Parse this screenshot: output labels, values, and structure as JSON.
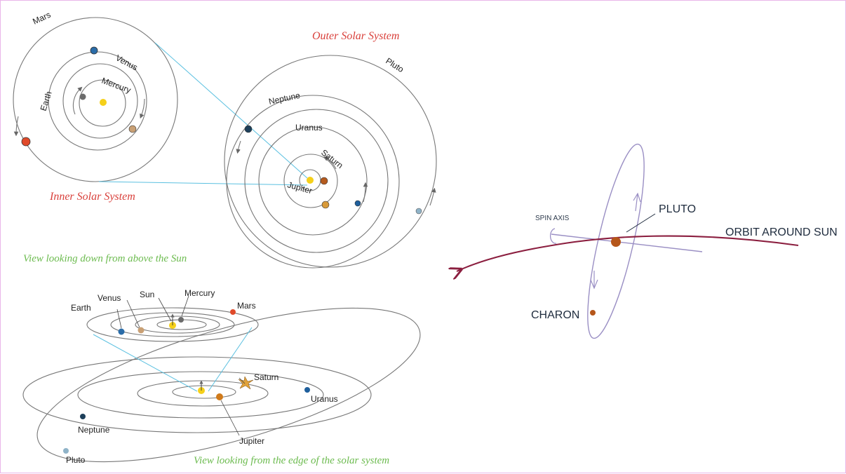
{
  "inner": {
    "title": "Inner Solar System",
    "labels": {
      "mars": "Mars",
      "venus": "Venus",
      "mercury": "Mercury",
      "earth": "Earth"
    }
  },
  "outer": {
    "title": "Outer Solar System",
    "labels": {
      "pluto": "Pluto",
      "neptune": "Neptune",
      "uranus": "Uranus",
      "saturn": "Saturn",
      "jupiter": "Jupiter"
    }
  },
  "top_caption": "View looking down from above the Sun",
  "edge": {
    "caption": "View looking from the edge of the solar system",
    "labels": {
      "earth": "Earth",
      "venus": "Venus",
      "sun": "Sun",
      "mercury": "Mercury",
      "mars": "Mars",
      "saturn": "Saturn",
      "uranus": "Uranus",
      "neptune": "Neptune",
      "jupiter": "Jupiter",
      "pluto": "Pluto"
    }
  },
  "pluto_system": {
    "spin_axis": "SPIN AXIS",
    "pluto": "PLUTO",
    "orbit": "ORBIT AROUND SUN",
    "charon": "CHARON"
  },
  "colors": {
    "sun": "#f5d01a",
    "mercury": "#6b6b6b",
    "venus": "#c9a074",
    "earth": "#2a6ca8",
    "mars": "#e04a2a",
    "jupiter": "#d89a3a",
    "saturn": "#b55b1e",
    "uranus": "#1f5f9c",
    "neptune": "#1d3f5a",
    "pluto": "#8fb3c8",
    "orbit_arrow": "#8b1e3f",
    "pluto_orbit": "#9a8fc4"
  }
}
